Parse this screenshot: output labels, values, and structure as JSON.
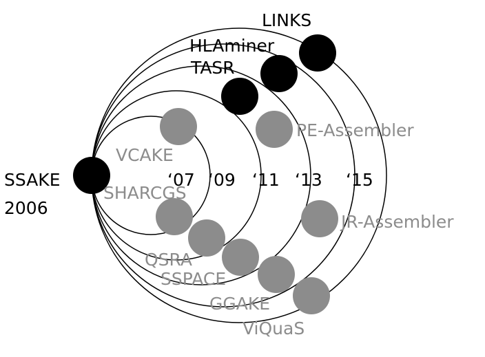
{
  "colors": {
    "background": "#ffffff",
    "ring_stroke": "#000000",
    "black_node": "#000000",
    "grey_node": "#8c8c8c",
    "black_text": "#000000",
    "grey_text": "#8c8c8c"
  },
  "origin": {
    "label": "SSAKE",
    "year": "2006"
  },
  "year_labels": [
    "‘07",
    "‘09",
    "‘11",
    "‘13",
    "‘15"
  ],
  "tools": {
    "links": "LINKS",
    "hlaminer": "HLAminer",
    "tasr": "TASR",
    "pe_assembler": "PE-Assembler",
    "vcake": "VCAKE",
    "sharcgs": "SHARCGS",
    "jr_assembler": "JR-Assembler",
    "qsra": "QSRA",
    "sspace": "SSPACE",
    "ggake": "GGAKE",
    "viquas": "ViQuaS"
  }
}
